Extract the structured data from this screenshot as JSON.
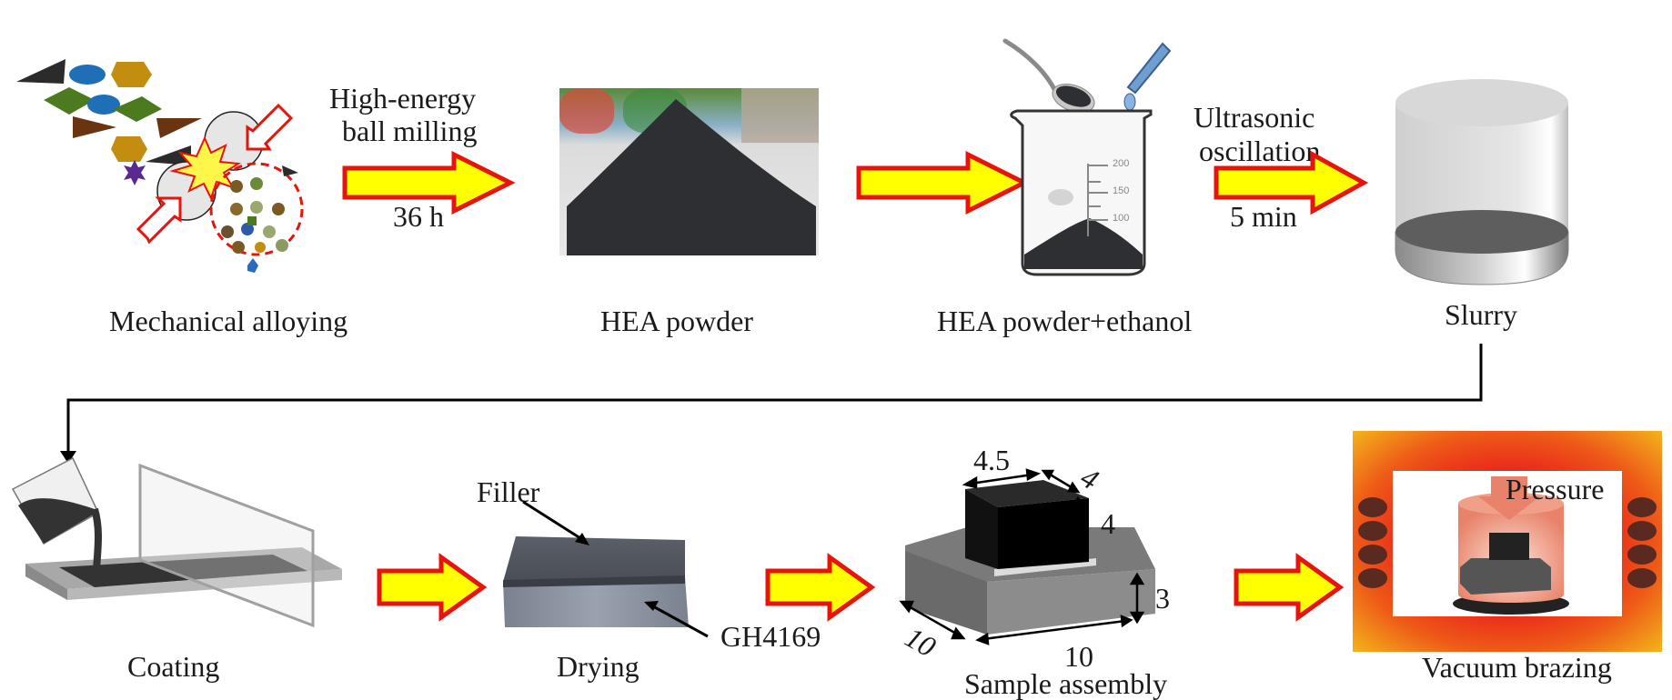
{
  "colors": {
    "arrow_fill": "#ffff00",
    "arrow_stroke": "#e8140c",
    "powder": "#2e2f33",
    "connector": "#000000",
    "furnace_hot": "#e8201a",
    "furnace_warm": "#f3b51b",
    "coil": "#5a2a20"
  },
  "steps": [
    {
      "id": "mechanical-alloying",
      "label": "Mechanical alloying"
    },
    {
      "id": "hea-powder",
      "label": "HEA powder"
    },
    {
      "id": "hea-powder-ethanol",
      "label": "HEA powder+ethanol"
    },
    {
      "id": "slurry",
      "label": "Slurry"
    },
    {
      "id": "coating",
      "label": "Coating"
    },
    {
      "id": "drying",
      "label": "Drying"
    },
    {
      "id": "sample-assembly",
      "label": "Sample assembly"
    },
    {
      "id": "vacuum-brazing",
      "label": "Vacuum brazing"
    }
  ],
  "transitions": [
    {
      "from": "mechanical-alloying",
      "to": "hea-powder",
      "top_line1": "High-energy",
      "top_line2": "ball milling",
      "bottom": "36 h"
    },
    {
      "from": "hea-powder",
      "to": "hea-powder-ethanol",
      "top_line1": "",
      "top_line2": "",
      "bottom": ""
    },
    {
      "from": "hea-powder-ethanol",
      "to": "slurry",
      "top_line1": "Ultrasonic",
      "top_line2": "oscillation",
      "bottom": "5 min"
    },
    {
      "from": "coating",
      "to": "drying",
      "top_line1": "",
      "top_line2": "",
      "bottom": ""
    },
    {
      "from": "drying",
      "to": "sample-assembly",
      "top_line1": "",
      "top_line2": "",
      "bottom": ""
    },
    {
      "from": "sample-assembly",
      "to": "vacuum-brazing",
      "top_line1": "",
      "top_line2": "",
      "bottom": ""
    }
  ],
  "beaker_scale": [
    "200",
    "150",
    "100"
  ],
  "drying_annotations": {
    "filler": "Filler",
    "substrate": "GH4169"
  },
  "assembly_dimensions": {
    "filler_width": "4.5",
    "filler_depth": "4",
    "filler_height": "4",
    "base_height": "3",
    "base_depth": "10",
    "base_width": "10"
  },
  "brazing_annotation": "Pressure"
}
